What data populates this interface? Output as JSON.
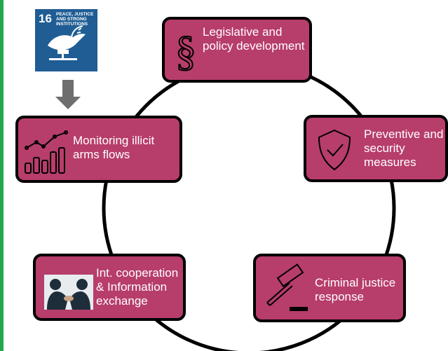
{
  "sdg": {
    "number": "16",
    "text": "PEACE, JUSTICE AND STRONG INSTITUTIONS",
    "color": "#1f5d94"
  },
  "accent_color": "#b73d6b",
  "nodes": [
    {
      "id": "legislative",
      "label": "Legislative and policy development",
      "icon": "section-sign-icon"
    },
    {
      "id": "preventive",
      "label": "Preventive and security measures",
      "icon": "shield-check-icon"
    },
    {
      "id": "criminal",
      "label": "Criminal justice response",
      "icon": "gavel-icon"
    },
    {
      "id": "cooperation",
      "label": "Int. cooperation & Information exchange",
      "icon": "handshake-icon"
    },
    {
      "id": "monitoring",
      "label": "Monitoring illicit arms flows",
      "icon": "growth-chart-icon"
    }
  ]
}
